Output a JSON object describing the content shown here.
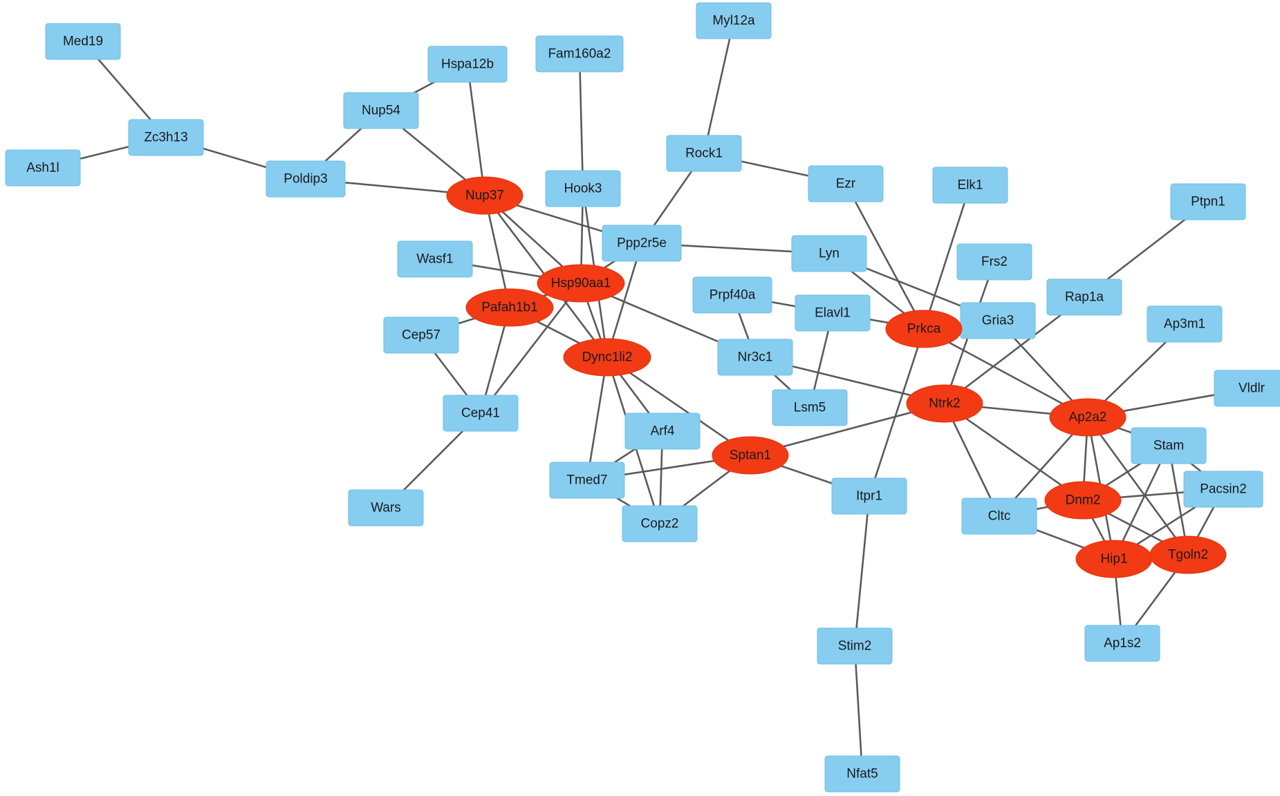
{
  "colors": {
    "protein_node": "#87cdf0",
    "hub_node": "#f23a15",
    "edge": "#5a5a5a",
    "label": "#1a1a1a"
  },
  "nodes": [
    {
      "id": "Med19",
      "label": "Med19",
      "kind": "rect"
    },
    {
      "id": "Zc3h13",
      "label": "Zc3h13",
      "kind": "rect"
    },
    {
      "id": "Ash1l",
      "label": "Ash1l",
      "kind": "rect"
    },
    {
      "id": "Hspa12b",
      "label": "Hspa12b",
      "kind": "rect"
    },
    {
      "id": "Nup54",
      "label": "Nup54",
      "kind": "rect"
    },
    {
      "id": "Poldip3",
      "label": "Poldip3",
      "kind": "rect"
    },
    {
      "id": "Fam160a2",
      "label": "Fam160a2",
      "kind": "rect"
    },
    {
      "id": "Myl12a",
      "label": "Myl12a",
      "kind": "rect"
    },
    {
      "id": "Rock1",
      "label": "Rock1",
      "kind": "rect"
    },
    {
      "id": "Hook3",
      "label": "Hook3",
      "kind": "rect"
    },
    {
      "id": "Ezr",
      "label": "Ezr",
      "kind": "rect"
    },
    {
      "id": "Elk1",
      "label": "Elk1",
      "kind": "rect"
    },
    {
      "id": "Ptpn1",
      "label": "Ptpn1",
      "kind": "rect"
    },
    {
      "id": "Ppp2r5e",
      "label": "Ppp2r5e",
      "kind": "rect"
    },
    {
      "id": "Wasf1",
      "label": "Wasf1",
      "kind": "rect"
    },
    {
      "id": "Lyn",
      "label": "Lyn",
      "kind": "rect"
    },
    {
      "id": "Frs2",
      "label": "Frs2",
      "kind": "rect"
    },
    {
      "id": "Rap1a",
      "label": "Rap1a",
      "kind": "rect"
    },
    {
      "id": "Prpf40a",
      "label": "Prpf40a",
      "kind": "rect"
    },
    {
      "id": "Elavl1",
      "label": "Elavl1",
      "kind": "rect"
    },
    {
      "id": "Gria3",
      "label": "Gria3",
      "kind": "rect"
    },
    {
      "id": "Ap3m1",
      "label": "Ap3m1",
      "kind": "rect"
    },
    {
      "id": "Cep57",
      "label": "Cep57",
      "kind": "rect"
    },
    {
      "id": "Nr3c1",
      "label": "Nr3c1",
      "kind": "rect"
    },
    {
      "id": "Vldlr",
      "label": "Vldlr",
      "kind": "rect"
    },
    {
      "id": "Cep41",
      "label": "Cep41",
      "kind": "rect"
    },
    {
      "id": "Lsm5",
      "label": "Lsm5",
      "kind": "rect"
    },
    {
      "id": "Arf4",
      "label": "Arf4",
      "kind": "rect"
    },
    {
      "id": "Stam",
      "label": "Stam",
      "kind": "rect"
    },
    {
      "id": "Tmed7",
      "label": "Tmed7",
      "kind": "rect"
    },
    {
      "id": "Pacsin2",
      "label": "Pacsin2",
      "kind": "rect"
    },
    {
      "id": "Wars",
      "label": "Wars",
      "kind": "rect"
    },
    {
      "id": "Itpr1",
      "label": "Itpr1",
      "kind": "rect"
    },
    {
      "id": "Cltc",
      "label": "Cltc",
      "kind": "rect"
    },
    {
      "id": "Copz2",
      "label": "Copz2",
      "kind": "rect"
    },
    {
      "id": "Ap1s2",
      "label": "Ap1s2",
      "kind": "rect"
    },
    {
      "id": "Stim2",
      "label": "Stim2",
      "kind": "rect"
    },
    {
      "id": "Nfat5",
      "label": "Nfat5",
      "kind": "rect"
    },
    {
      "id": "Nup37",
      "label": "Nup37",
      "kind": "hub"
    },
    {
      "id": "Hsp90aa1",
      "label": "Hsp90aa1",
      "kind": "hub"
    },
    {
      "id": "Pafah1b1",
      "label": "Pafah1b1",
      "kind": "hub"
    },
    {
      "id": "Dync1li2",
      "label": "Dync1li2",
      "kind": "hub"
    },
    {
      "id": "Prkca",
      "label": "Prkca",
      "kind": "hub"
    },
    {
      "id": "Ntrk2",
      "label": "Ntrk2",
      "kind": "hub"
    },
    {
      "id": "Ap2a2",
      "label": "Ap2a2",
      "kind": "hub"
    },
    {
      "id": "Sptan1",
      "label": "Sptan1",
      "kind": "hub"
    },
    {
      "id": "Dnm2",
      "label": "Dnm2",
      "kind": "hub"
    },
    {
      "id": "Hip1",
      "label": "Hip1",
      "kind": "hub"
    },
    {
      "id": "Tgoln2",
      "label": "Tgoln2",
      "kind": "hub"
    }
  ],
  "edges": [
    [
      "Med19",
      "Zc3h13"
    ],
    [
      "Zc3h13",
      "Ash1l"
    ],
    [
      "Zc3h13",
      "Poldip3"
    ],
    [
      "Poldip3",
      "Nup54"
    ],
    [
      "Poldip3",
      "Nup37"
    ],
    [
      "Nup54",
      "Hspa12b"
    ],
    [
      "Nup54",
      "Nup37"
    ],
    [
      "Hspa12b",
      "Nup37"
    ],
    [
      "Nup37",
      "Ppp2r5e"
    ],
    [
      "Nup37",
      "Hsp90aa1"
    ],
    [
      "Nup37",
      "Pafah1b1"
    ],
    [
      "Nup37",
      "Dync1li2"
    ],
    [
      "Fam160a2",
      "Hook3"
    ],
    [
      "Hook3",
      "Dync1li2"
    ],
    [
      "Hook3",
      "Hsp90aa1"
    ],
    [
      "Myl12a",
      "Rock1"
    ],
    [
      "Rock1",
      "Ppp2r5e"
    ],
    [
      "Rock1",
      "Ezr"
    ],
    [
      "Ppp2r5e",
      "Lyn"
    ],
    [
      "Ppp2r5e",
      "Hsp90aa1"
    ],
    [
      "Ppp2r5e",
      "Dync1li2"
    ],
    [
      "Wasf1",
      "Hsp90aa1"
    ],
    [
      "Hsp90aa1",
      "Pafah1b1"
    ],
    [
      "Hsp90aa1",
      "Dync1li2"
    ],
    [
      "Hsp90aa1",
      "Nr3c1"
    ],
    [
      "Hsp90aa1",
      "Cep41"
    ],
    [
      "Pafah1b1",
      "Cep57"
    ],
    [
      "Pafah1b1",
      "Cep41"
    ],
    [
      "Pafah1b1",
      "Dync1li2"
    ],
    [
      "Cep57",
      "Cep41"
    ],
    [
      "Cep41",
      "Wars"
    ],
    [
      "Dync1li2",
      "Arf4"
    ],
    [
      "Dync1li2",
      "Tmed7"
    ],
    [
      "Dync1li2",
      "Copz2"
    ],
    [
      "Dync1li2",
      "Sptan1"
    ],
    [
      "Arf4",
      "Tmed7"
    ],
    [
      "Arf4",
      "Copz2"
    ],
    [
      "Tmed7",
      "Copz2"
    ],
    [
      "Tmed7",
      "Sptan1"
    ],
    [
      "Copz2",
      "Sptan1"
    ],
    [
      "Sptan1",
      "Itpr1"
    ],
    [
      "Sptan1",
      "Ntrk2"
    ],
    [
      "Ezr",
      "Prkca"
    ],
    [
      "Elk1",
      "Prkca"
    ],
    [
      "Lyn",
      "Prkca"
    ],
    [
      "Lyn",
      "Gria3"
    ],
    [
      "Elavl1",
      "Prkca"
    ],
    [
      "Prpf40a",
      "Elavl1"
    ],
    [
      "Prpf40a",
      "Nr3c1"
    ],
    [
      "Elavl1",
      "Lsm5"
    ],
    [
      "Nr3c1",
      "Lsm5"
    ],
    [
      "Nr3c1",
      "Ntrk2"
    ],
    [
      "Frs2",
      "Ntrk2"
    ],
    [
      "Gria3",
      "Ap2a2"
    ],
    [
      "Rap1a",
      "Ntrk2"
    ],
    [
      "Rap1a",
      "Ptpn1"
    ],
    [
      "Prkca",
      "Ap2a2"
    ],
    [
      "Prkca",
      "Itpr1"
    ],
    [
      "Itpr1",
      "Stim2"
    ],
    [
      "Stim2",
      "Nfat5"
    ],
    [
      "Ntrk2",
      "Ap2a2"
    ],
    [
      "Ntrk2",
      "Dnm2"
    ],
    [
      "Ntrk2",
      "Cltc"
    ],
    [
      "Ap2a2",
      "Ap3m1"
    ],
    [
      "Ap2a2",
      "Vldlr"
    ],
    [
      "Ap2a2",
      "Stam"
    ],
    [
      "Ap2a2",
      "Dnm2"
    ],
    [
      "Ap2a2",
      "Cltc"
    ],
    [
      "Ap2a2",
      "Hip1"
    ],
    [
      "Ap2a2",
      "Tgoln2"
    ],
    [
      "Stam",
      "Dnm2"
    ],
    [
      "Stam",
      "Hip1"
    ],
    [
      "Stam",
      "Tgoln2"
    ],
    [
      "Stam",
      "Pacsin2"
    ],
    [
      "Dnm2",
      "Pacsin2"
    ],
    [
      "Dnm2",
      "Cltc"
    ],
    [
      "Dnm2",
      "Hip1"
    ],
    [
      "Dnm2",
      "Tgoln2"
    ],
    [
      "Pacsin2",
      "Hip1"
    ],
    [
      "Pacsin2",
      "Tgoln2"
    ],
    [
      "Cltc",
      "Hip1"
    ],
    [
      "Hip1",
      "Tgoln2"
    ],
    [
      "Hip1",
      "Ap1s2"
    ],
    [
      "Tgoln2",
      "Ap1s2"
    ]
  ]
}
